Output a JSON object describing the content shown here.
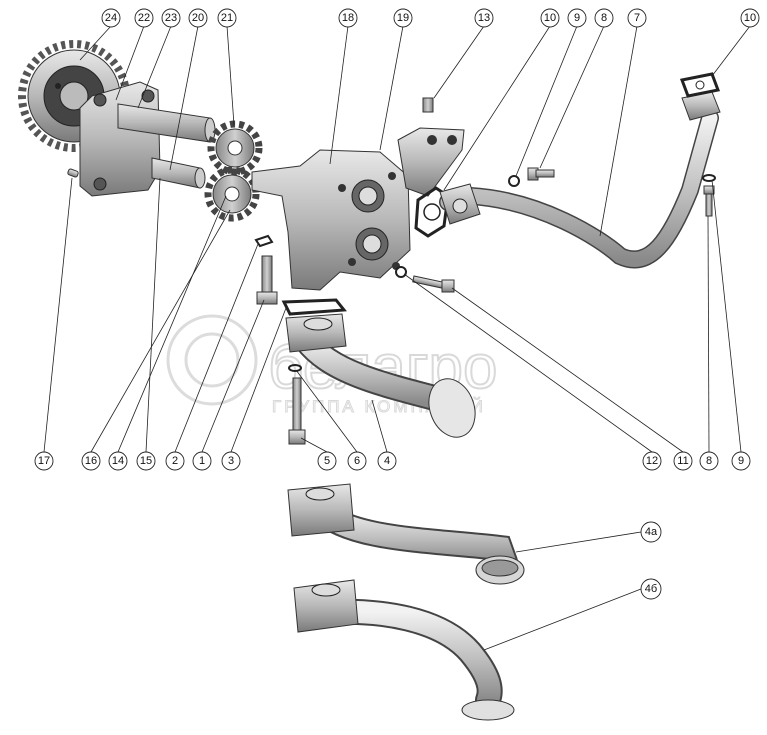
{
  "watermark": {
    "brand": "белагро",
    "tagline": "ГРУППА КОМПАНИЙ"
  },
  "callouts": [
    {
      "id": "c24",
      "label": "24"
    },
    {
      "id": "c22",
      "label": "22"
    },
    {
      "id": "c23",
      "label": "23"
    },
    {
      "id": "c20",
      "label": "20"
    },
    {
      "id": "c21",
      "label": "21"
    },
    {
      "id": "c18",
      "label": "18"
    },
    {
      "id": "c19",
      "label": "19"
    },
    {
      "id": "c13",
      "label": "13"
    },
    {
      "id": "c10a",
      "label": "10"
    },
    {
      "id": "c9a",
      "label": "9"
    },
    {
      "id": "c8a",
      "label": "8"
    },
    {
      "id": "c7",
      "label": "7"
    },
    {
      "id": "c10b",
      "label": "10"
    },
    {
      "id": "c17",
      "label": "17"
    },
    {
      "id": "c16",
      "label": "16"
    },
    {
      "id": "c14",
      "label": "14"
    },
    {
      "id": "c15",
      "label": "15"
    },
    {
      "id": "c2",
      "label": "2"
    },
    {
      "id": "c1",
      "label": "1"
    },
    {
      "id": "c3",
      "label": "3"
    },
    {
      "id": "c5",
      "label": "5"
    },
    {
      "id": "c6",
      "label": "6"
    },
    {
      "id": "c4",
      "label": "4"
    },
    {
      "id": "c12",
      "label": "12"
    },
    {
      "id": "c11",
      "label": "11"
    },
    {
      "id": "c8b",
      "label": "8"
    },
    {
      "id": "c9b",
      "label": "9"
    },
    {
      "id": "c4a",
      "label": "4а"
    },
    {
      "id": "c4b",
      "label": "4б"
    }
  ]
}
